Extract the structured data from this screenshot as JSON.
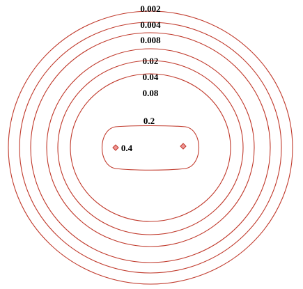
{
  "chart_data": {
    "type": "contour",
    "title": "",
    "xlabel": "",
    "ylabel": "",
    "grid": false,
    "legend": "none",
    "line_color": "#c0392b",
    "marker_color": "#e04040",
    "levels": [
      {
        "value": "0.002",
        "label": "0.002"
      },
      {
        "value": "0.004",
        "label": "0.004"
      },
      {
        "value": "0.008",
        "label": "0.008"
      },
      {
        "value": "0.02",
        "label": "0.02"
      },
      {
        "value": "0.04",
        "label": "0.04"
      },
      {
        "value": "0.08",
        "label": "0.08"
      },
      {
        "value": "0.2",
        "label": "0.2"
      },
      {
        "value": "0.4",
        "label": "0.4"
      }
    ]
  }
}
